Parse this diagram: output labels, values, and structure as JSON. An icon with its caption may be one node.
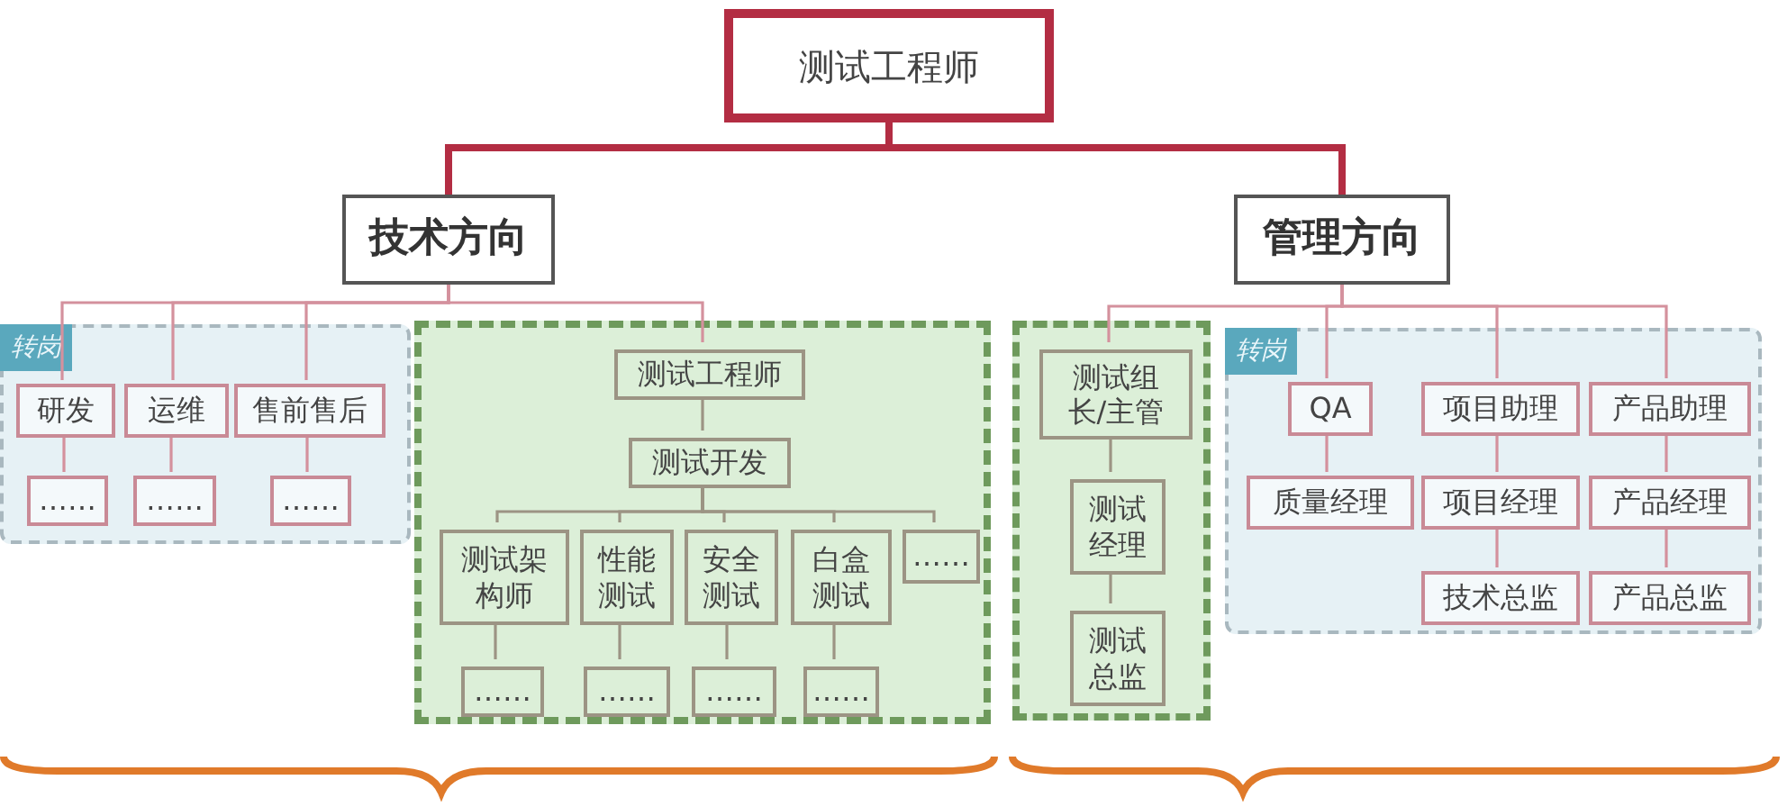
{
  "diagram": {
    "nodes": [
      {
        "text": [
          "测试工程师"
        ]
      },
      {
        "text": [
          "技术方向"
        ]
      },
      {
        "text": [
          "管理方向"
        ]
      },
      {
        "text": [
          "转岗"
        ]
      },
      {
        "text": [
          "研发"
        ],
        "in": 3
      },
      {
        "text": [
          "运维"
        ],
        "in": 3
      },
      {
        "text": [
          "售前售后"
        ],
        "in": 3
      },
      {
        "text": [
          "……"
        ],
        "in": 3
      },
      {
        "text": [
          "……"
        ],
        "in": 3
      },
      {
        "text": [
          "……"
        ],
        "in": 3
      },
      {
        "text": [],
        "shape": "box"
      },
      {
        "text": [
          "测试工程师"
        ],
        "in": 10
      },
      {
        "text": [
          "测试开发"
        ],
        "in": 10
      },
      {
        "text": [
          "测试架构师"
        ],
        "in": 10
      },
      {
        "text": [
          "性能测试"
        ],
        "in": 10
      },
      {
        "text": [
          "安全测试"
        ],
        "in": 10
      },
      {
        "text": [
          "白盒测试"
        ],
        "in": 10
      },
      {
        "text": [
          "……"
        ],
        "in": 10
      },
      {
        "text": [
          "……"
        ],
        "in": 10
      },
      {
        "text": [
          "……"
        ],
        "in": 10
      },
      {
        "text": [
          "……"
        ],
        "in": 10
      },
      {
        "text": [
          "……"
        ],
        "in": 10
      },
      {
        "text": [],
        "shape": "box"
      },
      {
        "text": [
          "测试组长/主管"
        ],
        "in": 22
      },
      {
        "text": [
          "测试经理"
        ],
        "in": 22
      },
      {
        "text": [
          "测试总监"
        ],
        "in": 22
      },
      {
        "text": [
          "转岗"
        ]
      },
      {
        "text": [
          "QA"
        ],
        "in": 26
      },
      {
        "text": [
          "项目助理"
        ],
        "in": 26
      },
      {
        "text": [
          "产品助理"
        ],
        "in": 26
      },
      {
        "text": [
          "质量经理"
        ],
        "in": 26
      },
      {
        "text": [
          "项目经理"
        ],
        "in": 26
      },
      {
        "text": [
          "产品经理"
        ],
        "in": 26
      },
      {
        "text": [
          "技术总监"
        ],
        "in": 26
      },
      {
        "text": [
          "产品总监"
        ],
        "in": 26
      }
    ],
    "edges": [
      {
        "from": 0,
        "to": 1,
        "arrow": "none",
        "style": "thick",
        "color": "#b32d43"
      },
      {
        "from": 0,
        "to": 2,
        "arrow": "none",
        "style": "thick",
        "color": "#b32d43"
      },
      {
        "from": 1,
        "to": 4,
        "arrow": "none"
      },
      {
        "from": 1,
        "to": 5,
        "arrow": "none"
      },
      {
        "from": 1,
        "to": 6,
        "arrow": "none"
      },
      {
        "from": 1,
        "to": 11,
        "arrow": "none"
      },
      {
        "from": 4,
        "to": 7,
        "arrow": "none"
      },
      {
        "from": 5,
        "to": 8,
        "arrow": "none"
      },
      {
        "from": 6,
        "to": 9,
        "arrow": "none"
      },
      {
        "from": 11,
        "to": 12,
        "arrow": "none",
        "color": "#9c9484"
      },
      {
        "from": 12,
        "to": 13,
        "arrow": "none",
        "color": "#9c9484"
      },
      {
        "from": 12,
        "to": 14,
        "arrow": "none",
        "color": "#9c9484"
      },
      {
        "from": 12,
        "to": 15,
        "arrow": "none",
        "color": "#9c9484"
      },
      {
        "from": 12,
        "to": 16,
        "arrow": "none",
        "color": "#9c9484"
      },
      {
        "from": 12,
        "to": 17,
        "arrow": "none",
        "color": "#9c9484"
      },
      {
        "from": 13,
        "to": 18,
        "arrow": "none",
        "color": "#9c9484"
      },
      {
        "from": 14,
        "to": 19,
        "arrow": "none",
        "color": "#9c9484"
      },
      {
        "from": 15,
        "to": 20,
        "arrow": "none",
        "color": "#9c9484"
      },
      {
        "from": 16,
        "to": 21,
        "arrow": "none",
        "color": "#9c9484"
      },
      {
        "from": 2,
        "to": 23,
        "arrow": "none"
      },
      {
        "from": 2,
        "to": 27,
        "arrow": "none"
      },
      {
        "from": 2,
        "to": 28,
        "arrow": "none"
      },
      {
        "from": 2,
        "to": 29,
        "arrow": "none"
      },
      {
        "from": 23,
        "to": 24,
        "arrow": "none",
        "color": "#9c9484"
      },
      {
        "from": 24,
        "to": 25,
        "arrow": "none",
        "color": "#9c9484"
      },
      {
        "from": 27,
        "to": 30,
        "arrow": "none"
      },
      {
        "from": 28,
        "to": 31,
        "arrow": "none"
      },
      {
        "from": 29,
        "to": 32,
        "arrow": "none"
      },
      {
        "from": 31,
        "to": 33,
        "arrow": "none"
      },
      {
        "from": 32,
        "to": 34,
        "arrow": "none"
      }
    ]
  }
}
